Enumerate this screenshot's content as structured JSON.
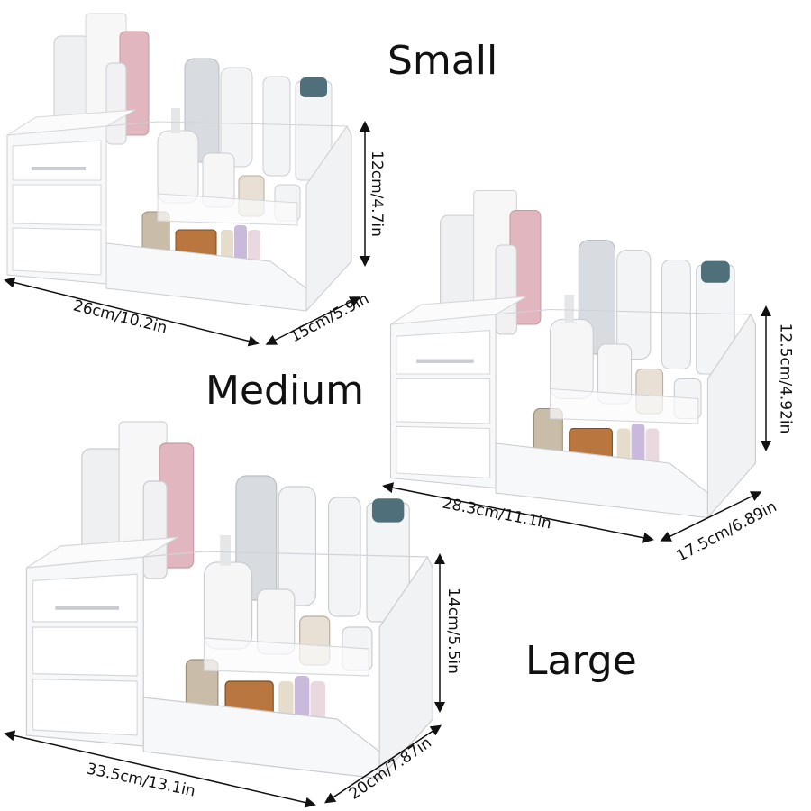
{
  "variants": [
    {
      "name": "Small",
      "width": "26cm/10.2in",
      "depth": "15cm/5.9in",
      "height": "12cm/4.7in"
    },
    {
      "name": "Medium",
      "width": "28.3cm/11.1in",
      "depth": "17.5cm/6.89in",
      "height": "12.5cm/4.92in"
    },
    {
      "name": "Large",
      "width": "33.5cm/13.1in",
      "depth": "20cm/7.87in",
      "height": "14cm/5.5in"
    }
  ],
  "colors": {
    "organizer": "#f4f5f6",
    "edge": "#c9ccd0",
    "text": "#111111",
    "bottle_pink": "#e2b6be",
    "cap_teal": "#4f6f7a"
  }
}
